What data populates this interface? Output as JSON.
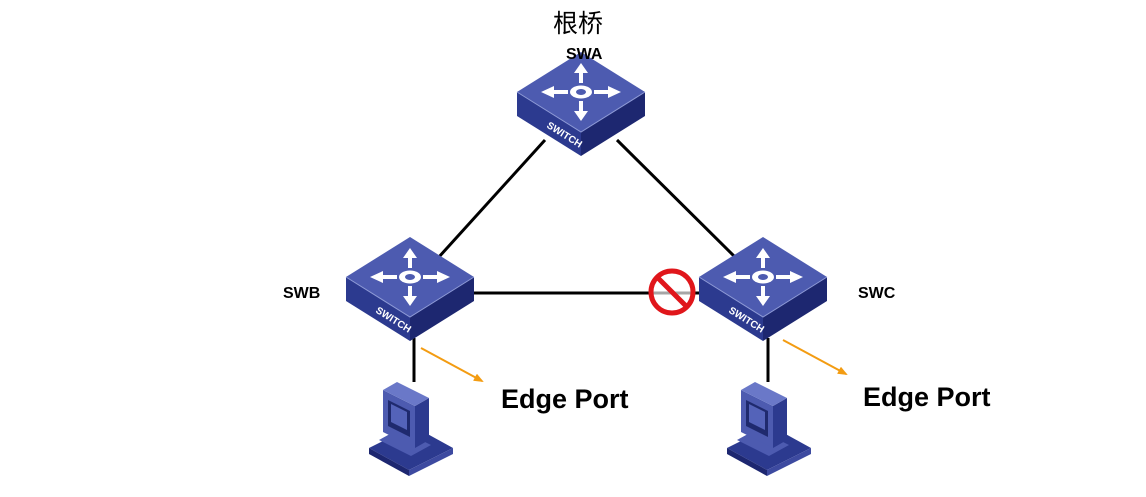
{
  "diagram": {
    "root_title": "根桥",
    "switches": {
      "swa": {
        "name": "SWA",
        "device_label": "SWITCH"
      },
      "swb": {
        "name": "SWB",
        "device_label": "SWITCH"
      },
      "swc": {
        "name": "SWC",
        "device_label": "SWITCH"
      }
    },
    "edge_ports": {
      "swb": "Edge Port",
      "swc": "Edge Port"
    },
    "links": [
      {
        "from": "SWA",
        "to": "SWB",
        "state": "forwarding"
      },
      {
        "from": "SWA",
        "to": "SWC",
        "state": "forwarding"
      },
      {
        "from": "SWB",
        "to": "SWC",
        "state": "blocked"
      }
    ],
    "colors": {
      "switch_top": "#4d5bb0",
      "switch_front": "#2c3a8f",
      "switch_side": "#1d2770",
      "link": "#000000",
      "edge_arrow": "#f39c12",
      "block_sign": "#e0161b"
    }
  }
}
